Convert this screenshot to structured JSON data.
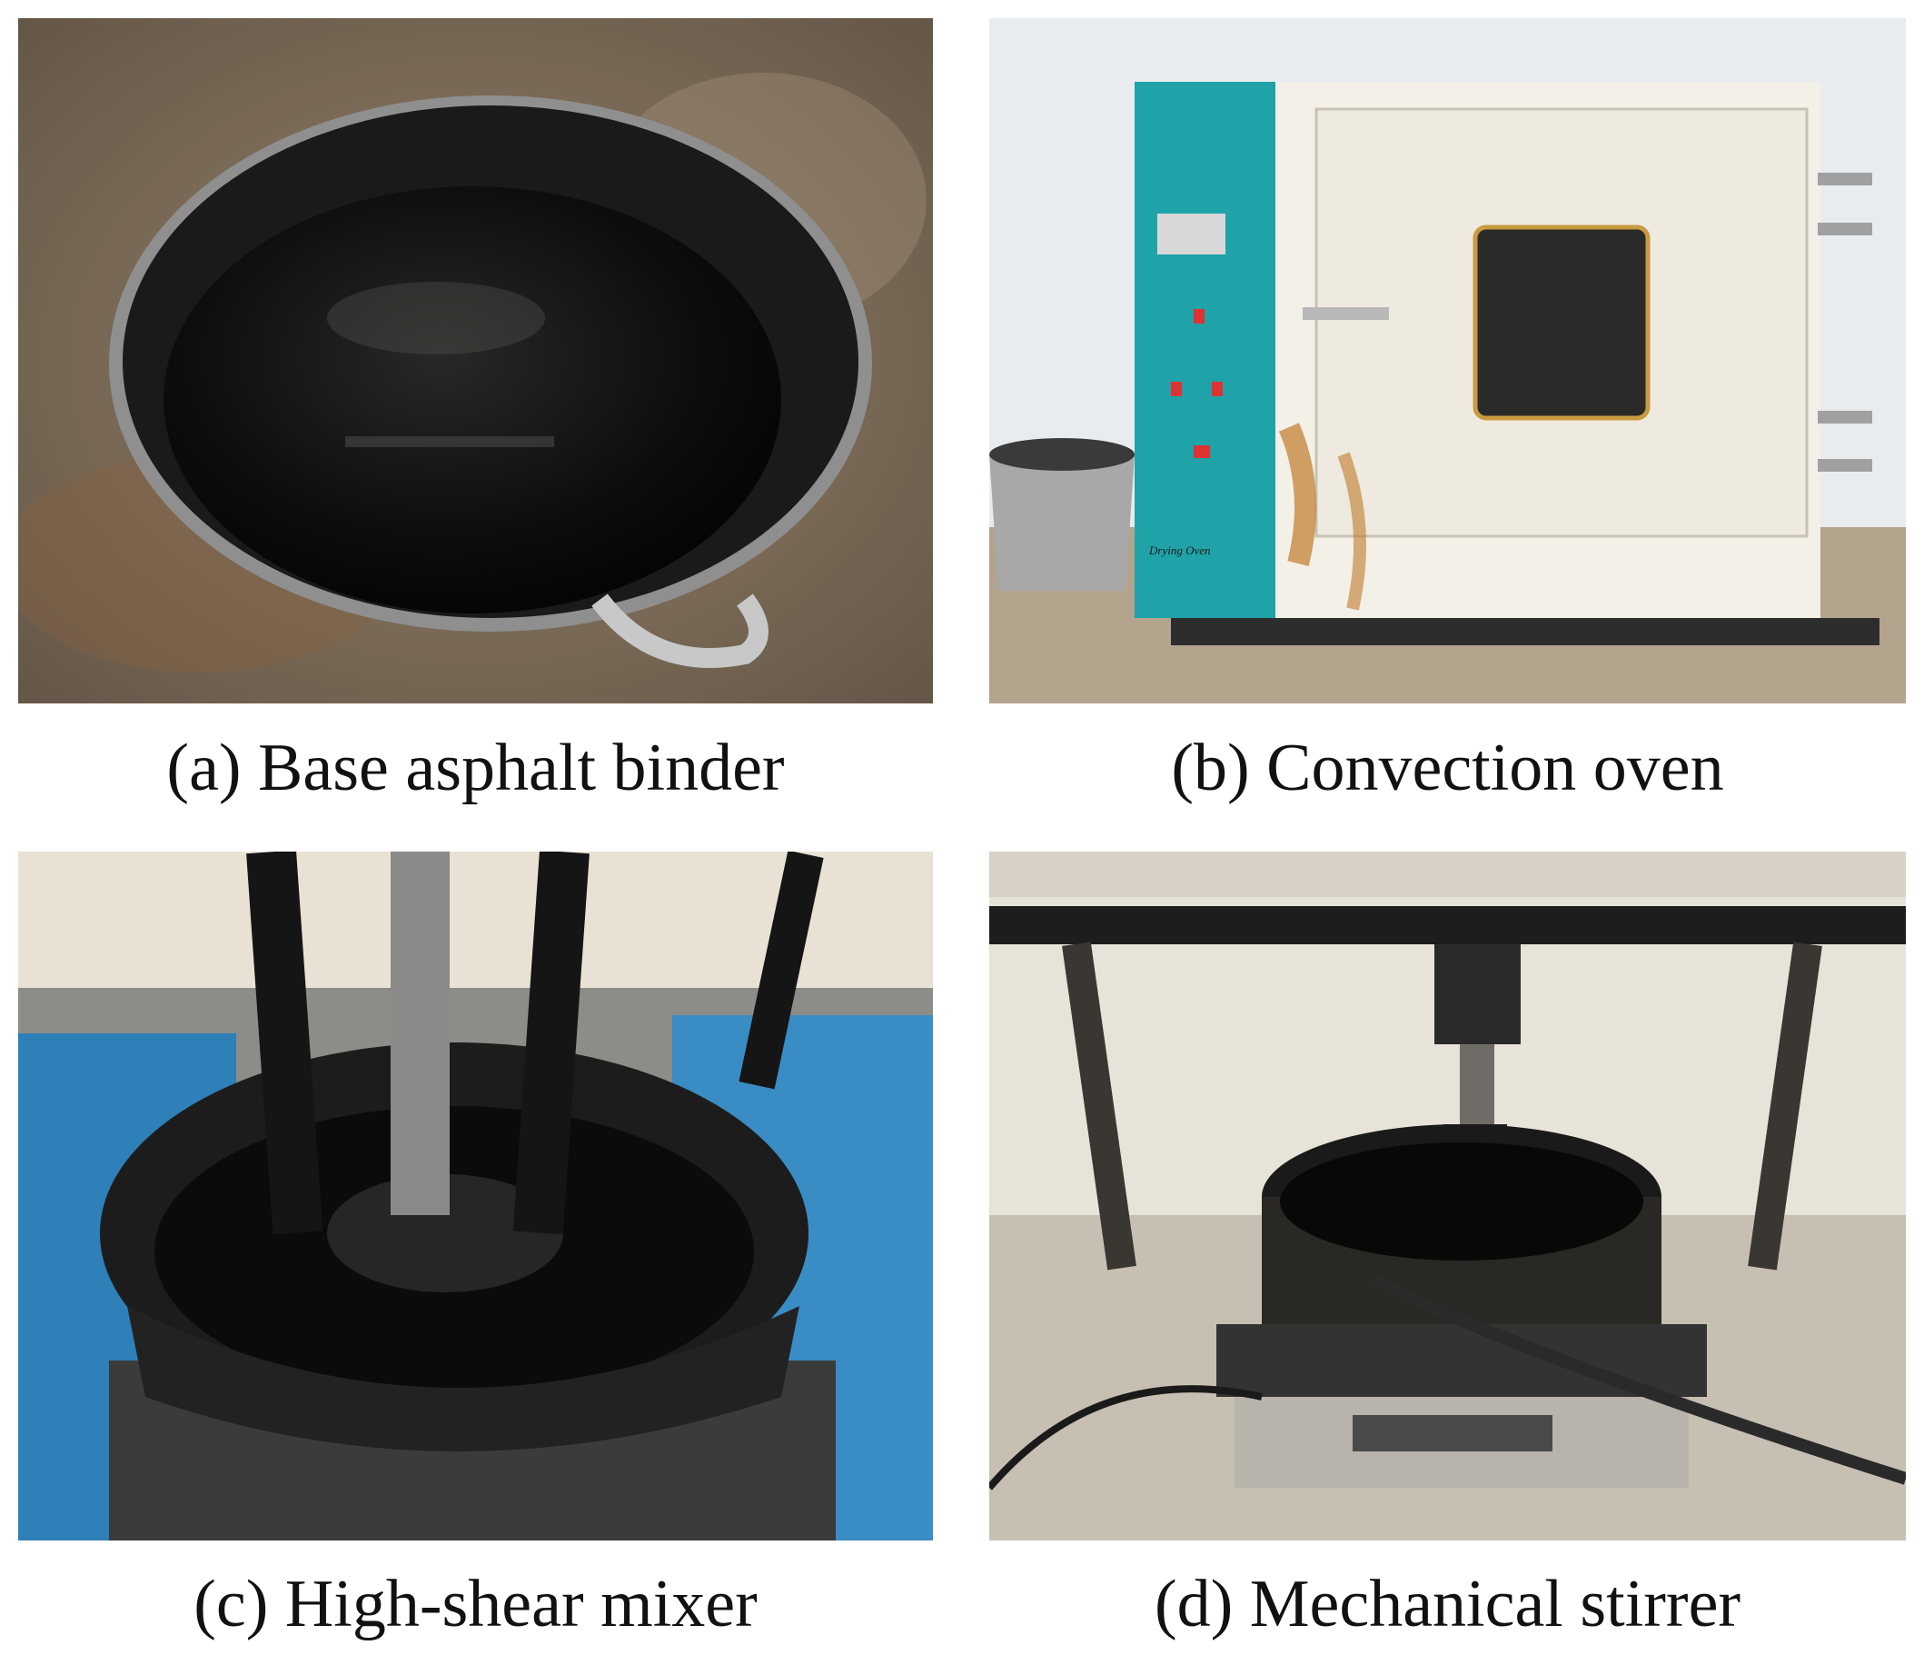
{
  "figure": {
    "panels": [
      {
        "id": "a",
        "caption": "(a) Base asphalt binder",
        "photo_subject": "black asphalt binder in a metal pan"
      },
      {
        "id": "b",
        "caption": "(b) Convection oven",
        "photo_subject": "drying oven with teal control panel",
        "oven_label": "Drying Oven"
      },
      {
        "id": "c",
        "caption": "(c) High-shear mixer",
        "photo_subject": "high-shear mixer shaft in asphalt pan"
      },
      {
        "id": "d",
        "caption": "(d) Mechanical stirrer",
        "photo_subject": "mechanical stirrer over asphalt pan on heater"
      }
    ]
  }
}
